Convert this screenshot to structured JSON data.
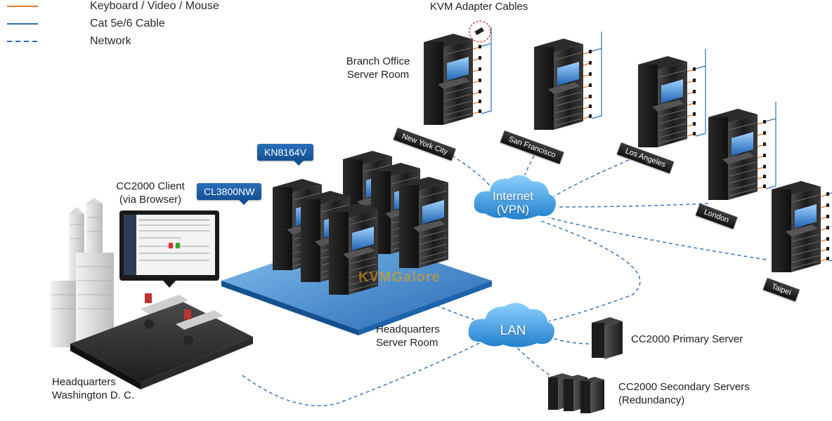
{
  "legend": [
    {
      "label": "Keyboard / Video / Mouse",
      "color": "#e8782a",
      "style": "solid"
    },
    {
      "label": "Cat 5e/6 Cable",
      "color": "#2c6eb5",
      "style": "solid"
    },
    {
      "label": "Network",
      "color": "#2c6eb5",
      "style": "dashed"
    }
  ],
  "labels": {
    "kvm_adapter_cables": "KVM Adapter Cables",
    "branch_office": "Branch Office\nServer Room",
    "cc2000_client": "CC2000 Client\n(via Browser)",
    "headquarters_server_room": "Headquarters\nServer Room",
    "headquarters_location": "Headquarters\nWashington D. C.",
    "primary_server": "CC2000 Primary Server",
    "secondary_servers": "CC2000 Secondary Servers\n(Redundancy)"
  },
  "callouts": {
    "kn8164v": "KN8164V",
    "cl3800nw": "CL3800NW"
  },
  "clouds": {
    "internet": "Internet\n(VPN)",
    "lan": "LAN"
  },
  "cities": [
    "New York City",
    "San Francisco",
    "Los Angeles",
    "London",
    "Taipei"
  ],
  "watermark": "KVMGalore",
  "colors": {
    "kvm_line": "#e8782a",
    "cat_cable": "#2c6eb5",
    "network": "#2c6eb5",
    "cloud": "#3b9fdc",
    "platform": "#1f67b6"
  }
}
